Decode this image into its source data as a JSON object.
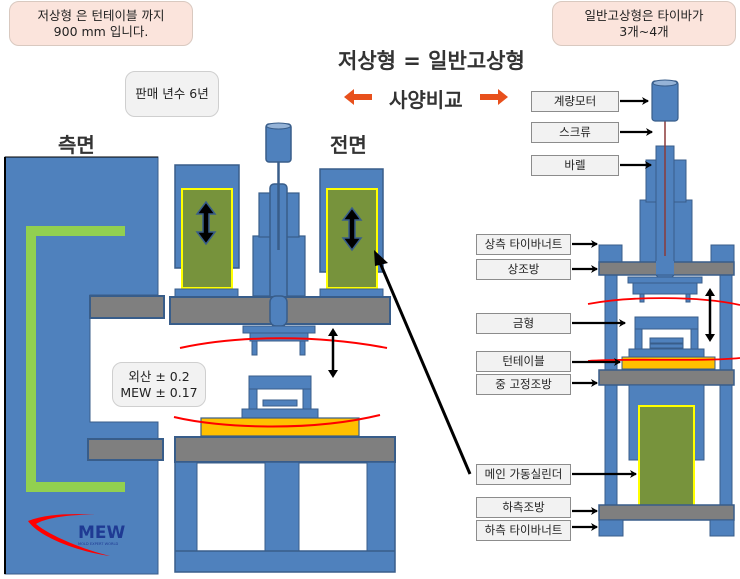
{
  "notes": {
    "low_type_turntable": [
      "저상형 은 턴테이블 까지",
      "900 mm 입니다."
    ],
    "sales_years": "판매 년수 6년",
    "general_tie_bars": [
      "일반고상형은 타이바가",
      "3개~4개"
    ],
    "tolerance": [
      "외산 ± 0.2",
      "MEW ± 0.17"
    ]
  },
  "header": {
    "comparison_title": "저상형 = 일반고상형",
    "spec_compare": "사양비교"
  },
  "views": {
    "side": "측면",
    "front": "전면"
  },
  "labels": [
    "계량모터",
    "스크류",
    "바렐",
    "상측 타이바너트",
    "상조방",
    "금형",
    "턴테이블",
    "중 고정조방",
    "메인 가동실린더",
    "하측조방",
    "하측 타이바너트"
  ],
  "logo": {
    "brand": "MEW",
    "tagline": "MOLD EXPERT WORLD"
  },
  "colors": {
    "machine_blue": "#4f81bd",
    "machine_border": "#385d8a",
    "plate_gray": "#7f7f7f",
    "cylinder_green": "#77933c",
    "cylinder_outline": "#ffff00",
    "turntable_orange": "#ffc000",
    "side_frame_green": "#92d050",
    "parting_line_red": "#ff0000",
    "arrow_orange": "#e8501c",
    "note_pink": "#fbe4dc",
    "note_gray": "#f2f2f2"
  }
}
